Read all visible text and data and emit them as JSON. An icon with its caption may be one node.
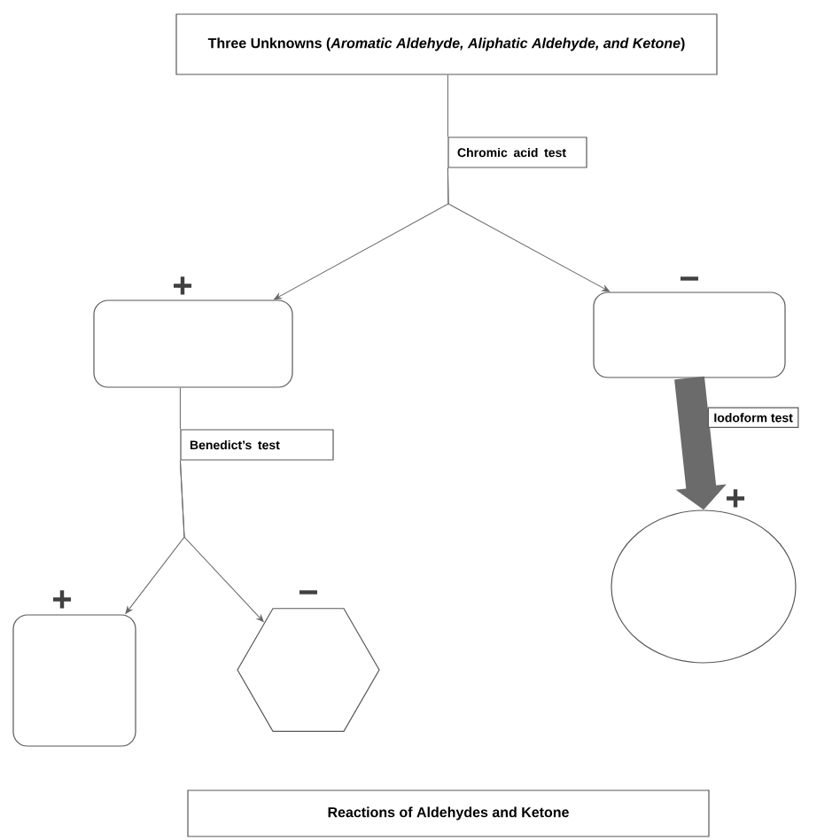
{
  "diagram": {
    "nodes": [
      {
        "text": [
          "Three Unknowns (*Aromatic Aldehyde, Aliphatic Aldehyde, and Ketone*)"
        ]
      },
      {
        "text": [
          "Chromic acid test"
        ]
      },
      {
        "text": [],
        "shape": "box",
        "beside": [
          "+"
        ]
      },
      {
        "text": [],
        "shape": "box",
        "beside": [
          "−"
        ]
      },
      {
        "text": [
          "Benedict’s test"
        ]
      },
      {
        "text": [],
        "shape": "box",
        "beside": [
          "+"
        ]
      },
      {
        "text": [],
        "shape": "hexagon",
        "beside": [
          "−"
        ]
      },
      {
        "text": [],
        "shape": "circle",
        "beside": [
          "+"
        ]
      },
      {
        "text": [
          "Reactions of Aldehydes and Ketone"
        ]
      }
    ],
    "edges": [
      {
        "from": 0,
        "to": 1,
        "arrow": "none"
      },
      {
        "from": 1,
        "to": 2,
        "arrow": "to"
      },
      {
        "from": 1,
        "to": 3,
        "arrow": "to"
      },
      {
        "from": 2,
        "to": 4,
        "arrow": "none"
      },
      {
        "from": 4,
        "to": 5,
        "arrow": "to"
      },
      {
        "from": 4,
        "to": 6,
        "arrow": "to"
      },
      {
        "from": 3,
        "to": 7,
        "arrow": "to",
        "label": "Iodoform test",
        "style": "thick",
        "color": "#6b6b6b"
      }
    ]
  }
}
